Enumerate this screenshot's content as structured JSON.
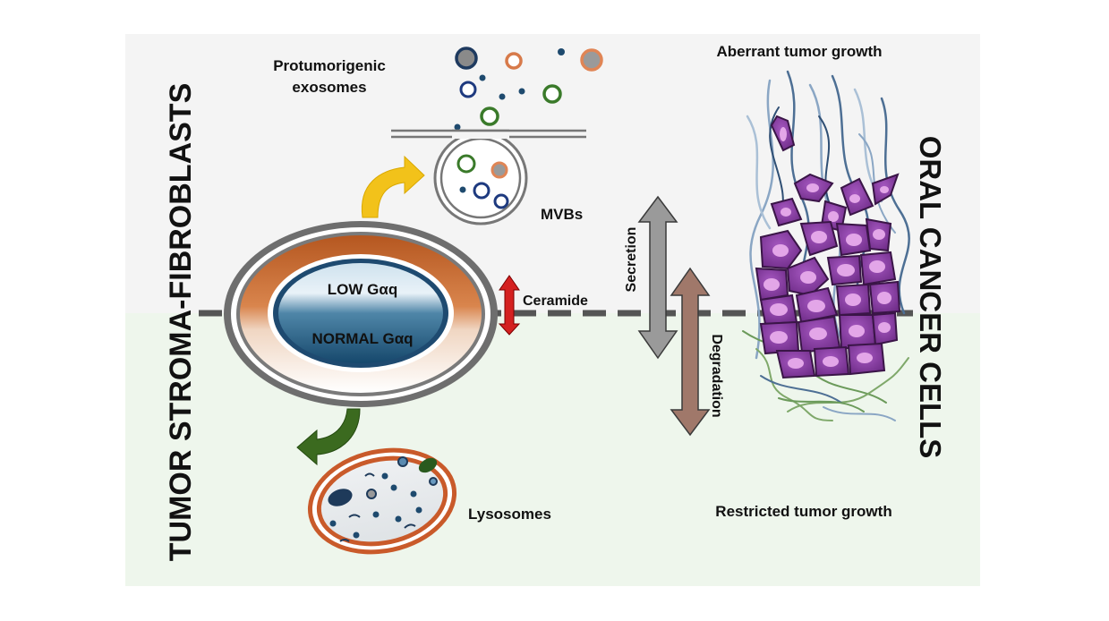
{
  "labels": {
    "left_vertical": "TUMOR STROMA-FIBROBLASTS",
    "right_vertical": "ORAL CANCER CELLS",
    "exosomes_line1": "Protumorigenic",
    "exosomes_line2": "exosomes",
    "mvbs": "MVBs",
    "low_gaq": "LOW Gαq",
    "normal_gaq": "NORMAL Gαq",
    "ceramide": "Ceramide",
    "secretion": "Secretion",
    "degradation": "Degradation",
    "lysosomes": "Lysosomes",
    "aberrant": "Aberrant tumor growth",
    "restricted": "Restricted tumor growth"
  },
  "colors": {
    "top_bg": "#f4f4f4",
    "bottom_bg": "#eef6ec",
    "cancer_purple": "#6b2c7a",
    "cell_fill": "#8e3fa6",
    "nucleus": "#e3a6e8",
    "fibroblast_orange": "#c9642a",
    "nucleus_blue": "#2f6c8e",
    "ceramide_red": "#d42020",
    "secretion_gray": "#9a9a9a",
    "degradation_brown": "#a0786a",
    "yellow_arrow": "#f2c21a",
    "green_arrow": "#3b6a1f",
    "dash_gray": "#555555"
  },
  "icons": [
    "exosome-vesicle-icon",
    "mvb-icon",
    "lysosome-icon",
    "cancer-cell-icon",
    "fibroblast-cell-icon"
  ]
}
